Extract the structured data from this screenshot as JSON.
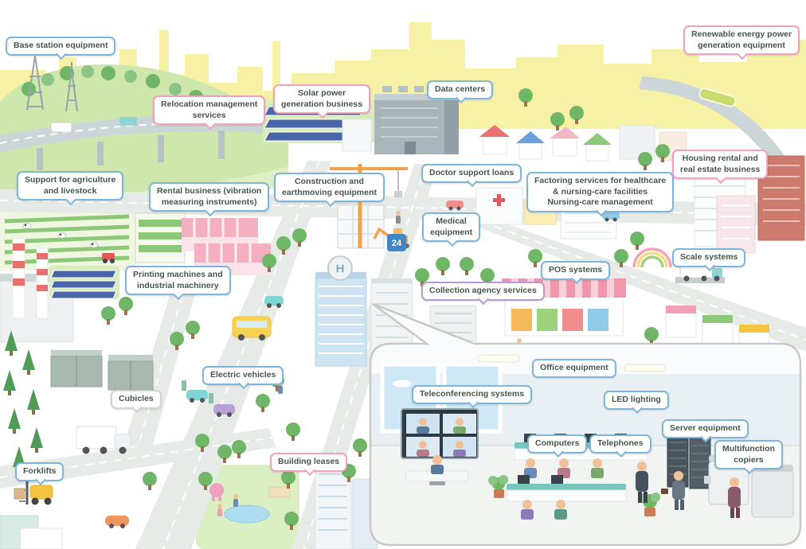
{
  "palette": {
    "label_border_blue": "#7fb5da",
    "label_border_pink": "#efa3ba",
    "label_border_purple": "#b79bd0",
    "label_border_gray": "#cfd4cf",
    "label_text": "#46564c",
    "skyline_yellow": "#f7f1a5",
    "grass_green": "#cde7ad",
    "tree_green": "#6fb766",
    "road_gray": "#e6ebe7",
    "solar_panel_blue": "#4a66a8",
    "highway_gray": "#ccd5d7",
    "route_sign_blue": "#3f87c8"
  },
  "labels": [
    {
      "text": "Base station equipment"
    },
    {
      "text": "Renewable energy power\ngeneration equipment"
    },
    {
      "text": "Relocation management\nservices"
    },
    {
      "text": "Solar power\ngeneration business"
    },
    {
      "text": "Data centers"
    },
    {
      "text": "Support for agriculture\nand livestock"
    },
    {
      "text": "Rental business (vibration\nmeasuring instruments)"
    },
    {
      "text": "Construction and\nearthmoving equipment"
    },
    {
      "text": "Doctor support loans"
    },
    {
      "text": "Factoring services for healthcare\n& nursing-care facilities\nNursing-care management"
    },
    {
      "text": "Housing rental and\nreal estate business"
    },
    {
      "text": "Medical\nequipment"
    },
    {
      "text": "Printing machines and\nindustrial machinery"
    },
    {
      "text": "POS systems"
    },
    {
      "text": "Scale systems"
    },
    {
      "text": "Collection agency services"
    },
    {
      "text": "Electric vehicles"
    },
    {
      "text": "Cubicles"
    },
    {
      "text": "Building leases"
    },
    {
      "text": "Forklifts"
    }
  ],
  "inset_labels": [
    {
      "text": "Office equipment"
    },
    {
      "text": "Teleconferencing systems"
    },
    {
      "text": "LED lighting"
    },
    {
      "text": "Computers"
    },
    {
      "text": "Telephones"
    },
    {
      "text": "Server equipment"
    },
    {
      "text": "Multifunction\ncopiers"
    }
  ],
  "scene": {
    "road_sign": "24",
    "helipad_letter": "H"
  }
}
